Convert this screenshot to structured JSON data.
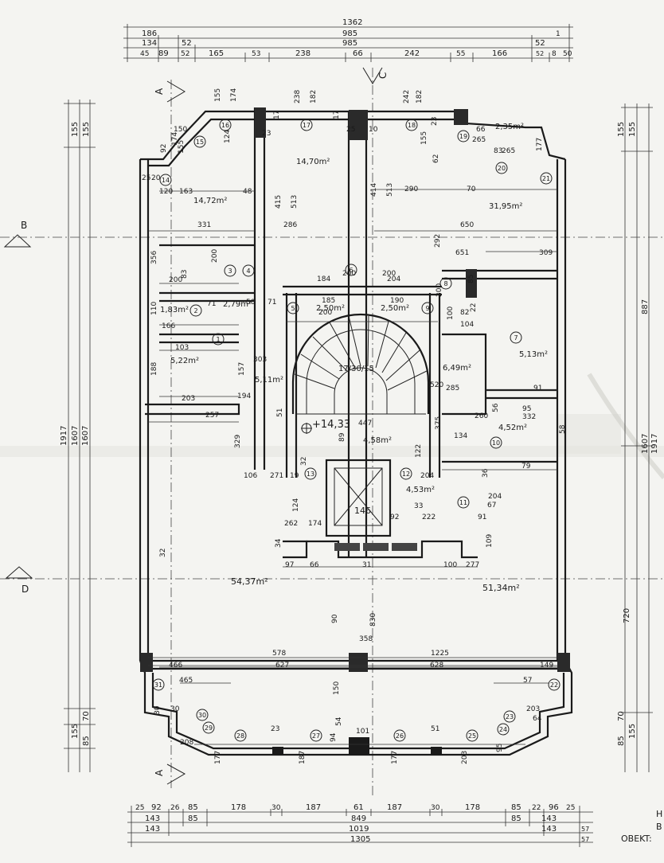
{
  "top_dimensions": {
    "row1": [
      "1362"
    ],
    "row2": [
      "186",
      "985",
      "1"
    ],
    "row3": [
      "134",
      "52",
      "985",
      "52"
    ],
    "row4": [
      "45",
      "89",
      "52",
      "165",
      "53",
      "238",
      "66",
      "242",
      "55",
      "166",
      "52",
      "8",
      "50"
    ]
  },
  "bottom_dimensions": {
    "row1": [
      "25",
      "92",
      "26",
      "85",
      "178",
      "30",
      "187",
      "61",
      "187",
      "30",
      "178",
      "85",
      "22",
      "96",
      "25"
    ],
    "row2": [
      "143",
      "85",
      "849",
      "85",
      "143",
      "57"
    ],
    "row3": [
      "143",
      "1019",
      "143",
      "57"
    ],
    "row4": [
      "1305"
    ]
  },
  "left_dimensions": [
    "1917",
    "1607",
    "1607",
    "155",
    "155",
    "155",
    "70",
    "85"
  ],
  "right_dimensions": [
    "155",
    "155",
    "887",
    "720",
    "155",
    "70",
    "85",
    "1607",
    "1917"
  ],
  "section_marks": [
    {
      "letter": "A"
    },
    {
      "letter": "C"
    },
    {
      "letter": "B"
    },
    {
      "letter": "D"
    },
    {
      "letter": "A"
    }
  ],
  "areas": [
    "14,70m²",
    "14,72m²",
    "31,95m²",
    "2,35m²",
    "1,83m²",
    "2,79m²",
    "2,50m²",
    "2,50m²",
    "5,22m²",
    "5,11m²",
    "6,49m²",
    "5,13m²",
    "4,52m²",
    "4,58m²",
    "4,53m²",
    "54,37m²",
    "51,34m²"
  ],
  "level_mark": "+14,33",
  "stair_label": "17/30/15",
  "elevator_label": "146",
  "room_numbers": [
    "1",
    "2",
    "3",
    "4",
    "5",
    "6",
    "7",
    "8",
    "9",
    "10",
    "11",
    "12",
    "13",
    "14",
    "15",
    "16",
    "17",
    "18",
    "19",
    "20",
    "21",
    "22",
    "23",
    "24",
    "25",
    "26",
    "27",
    "28",
    "29",
    "30",
    "31"
  ],
  "interior_dimensions": [
    "155",
    "174",
    "238",
    "182",
    "242",
    "182",
    "150",
    "174",
    "92",
    "155",
    "124",
    "23",
    "17",
    "25",
    "10",
    "17",
    "23",
    "155",
    "62",
    "66",
    "265",
    "83",
    "265",
    "177",
    "25",
    "20",
    "120",
    "163",
    "48",
    "415",
    "513",
    "414",
    "513",
    "290",
    "70",
    "331",
    "286",
    "650",
    "356",
    "83",
    "200",
    "200",
    "184",
    "204",
    "200",
    "200",
    "292",
    "309",
    "651",
    "85",
    "110",
    "166",
    "71",
    "50",
    "71",
    "185",
    "190",
    "200",
    "22",
    "100",
    "104",
    "103",
    "188",
    "203",
    "257",
    "303",
    "157",
    "194",
    "51",
    "447",
    "375",
    "520",
    "91",
    "285",
    "95",
    "332",
    "260",
    "56",
    "58",
    "134",
    "79",
    "329",
    "271",
    "106",
    "19",
    "32",
    "89",
    "204",
    "122",
    "36",
    "204",
    "67",
    "124",
    "262",
    "174",
    "33",
    "92",
    "222",
    "91",
    "34",
    "97",
    "66",
    "31",
    "100",
    "277",
    "109",
    "32",
    "90",
    "830",
    "358",
    "578",
    "1225",
    "627",
    "628",
    "466",
    "465",
    "149",
    "57",
    "150",
    "54",
    "94",
    "101",
    "23",
    "51",
    "30",
    "30",
    "203",
    "64",
    "208",
    "95",
    "177",
    "187",
    "177",
    "203",
    "200",
    "82"
  ],
  "title_block": [
    "H",
    "B",
    "OBEKT:"
  ]
}
